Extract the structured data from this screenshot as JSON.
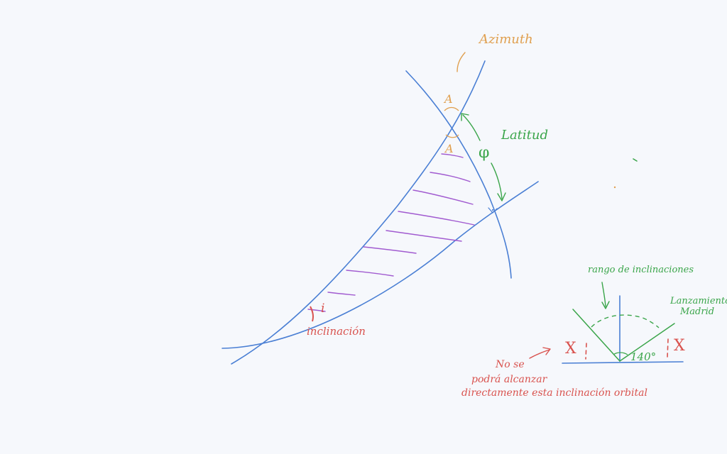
{
  "labels": {
    "azimuth": "Azimuth",
    "azimuth_angle_top": "A",
    "azimuth_angle_bottom": "A",
    "latitude": "Latitud",
    "latitude_symbol": "φ",
    "inclination_symbol": "i",
    "inclination": "inclinación",
    "range": "rango de inclinaciones",
    "launch_site_line1": "Lanzamiento",
    "launch_site_line2": "Madrid",
    "angle_value": "140°",
    "excluded_left": "X",
    "excluded_right": "X",
    "note_line1": "No se",
    "note_line2": "podrá alcanzar",
    "note_line3": "directamente esta inclinación orbital"
  },
  "colors": {
    "background": "#f6f8fc",
    "lines": "#4a7fd4",
    "hatching": "#a15bd0",
    "azimuth": "#e0a050",
    "latitude": "#3aa54a",
    "inclination": "#d9534f"
  }
}
